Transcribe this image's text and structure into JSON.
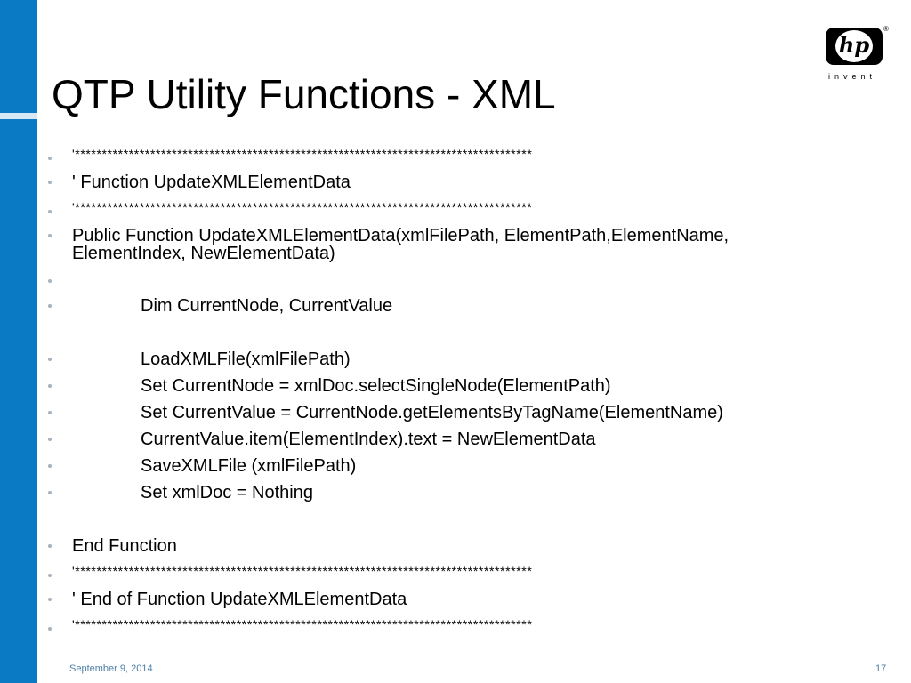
{
  "slide": {
    "title": "QTP Utility Functions - XML",
    "footer_date": "September 9, 2014",
    "page_number": "17",
    "accent_color": "#0a7ac4"
  },
  "logo": {
    "mark": "hp",
    "registered": "®",
    "tagline": "invent",
    "icon": "hp-logo-icon"
  },
  "lines": [
    {
      "text": "'*************************************************************************************"
    },
    {
      "text": "' Function UpdateXMLElementData"
    },
    {
      "text": "'*************************************************************************************"
    },
    {
      "text": "Public Function UpdateXMLElementData(xmlFilePath, ElementPath,ElementName, ElementIndex, NewElementData)"
    },
    {
      "text": ""
    },
    {
      "text": "Dim CurrentNode, CurrentValue"
    },
    {
      "text": "LoadXMLFile(xmlFilePath)"
    },
    {
      "text": "Set CurrentNode = xmlDoc.selectSingleNode(ElementPath)"
    },
    {
      "text": "Set CurrentValue = CurrentNode.getElementsByTagName(ElementName)"
    },
    {
      "text": "CurrentValue.item(ElementIndex).text = NewElementData"
    },
    {
      "text": "SaveXMLFile (xmlFilePath)"
    },
    {
      "text": "Set xmlDoc = Nothing"
    },
    {
      "text": "End Function"
    },
    {
      "text": "'*************************************************************************************"
    },
    {
      "text": "' End of Function UpdateXMLElementData"
    },
    {
      "text": "'*************************************************************************************"
    }
  ]
}
